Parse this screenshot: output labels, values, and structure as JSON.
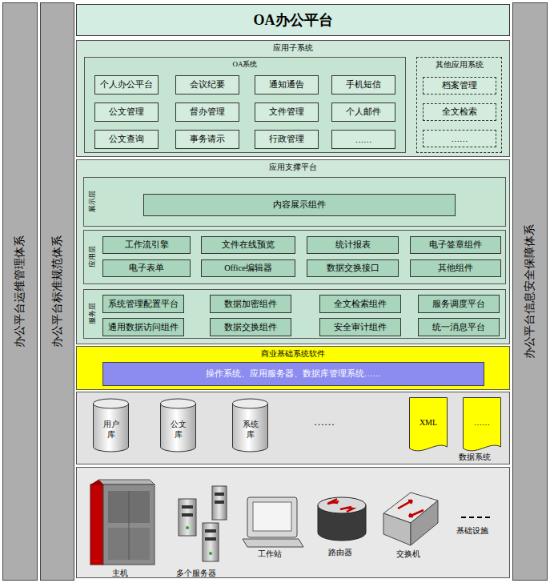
{
  "diagram": {
    "title": "OA办公平台",
    "nodes": [
      {
        "text": [
          "OA办公平台"
        ]
      },
      {
        "text": [
          "应用子系统"
        ]
      },
      {
        "text": [
          "OA系统"
        ],
        "in": 1
      },
      {
        "text": [
          "个人办公平台"
        ],
        "in": 2
      },
      {
        "text": [
          "会议纪要"
        ],
        "in": 2
      },
      {
        "text": [
          "通知通告"
        ],
        "in": 2
      },
      {
        "text": [
          "手机短信"
        ],
        "in": 2
      },
      {
        "text": [
          "公文管理"
        ],
        "in": 2
      },
      {
        "text": [
          "督办管理"
        ],
        "in": 2
      },
      {
        "text": [
          "文件管理"
        ],
        "in": 2
      },
      {
        "text": [
          "个人邮件"
        ],
        "in": 2
      },
      {
        "text": [
          "公文查询"
        ],
        "in": 2
      },
      {
        "text": [
          "事务请示"
        ],
        "in": 2
      },
      {
        "text": [
          "行政管理"
        ],
        "in": 2
      },
      {
        "text": [
          "……"
        ],
        "in": 2
      },
      {
        "text": [
          "其他应用系统"
        ],
        "in": 1
      },
      {
        "text": [
          "档案管理"
        ],
        "in": 15
      },
      {
        "text": [
          "全文检索"
        ],
        "in": 15
      },
      {
        "text": [
          "……"
        ],
        "in": 15
      },
      {
        "text": [
          "应用支撑平台"
        ]
      },
      {
        "text": [
          "展示层"
        ],
        "in": 19
      },
      {
        "text": [
          "内容展示组件"
        ],
        "in": 20
      },
      {
        "text": [
          "应用层"
        ],
        "in": 19
      },
      {
        "text": [
          "工作流引擎"
        ],
        "in": 22
      },
      {
        "text": [
          "文件在线预览"
        ],
        "in": 22
      },
      {
        "text": [
          "统计报表"
        ],
        "in": 22
      },
      {
        "text": [
          "电子签章组件"
        ],
        "in": 22
      },
      {
        "text": [
          "电子表单"
        ],
        "in": 22
      },
      {
        "text": [
          "Office编辑器"
        ],
        "in": 22
      },
      {
        "text": [
          "数据交换接口"
        ],
        "in": 22
      },
      {
        "text": [
          "其他组件"
        ],
        "in": 22
      },
      {
        "text": [
          "服务层"
        ],
        "in": 19
      },
      {
        "text": [
          "系统管理配置平台"
        ],
        "in": 31
      },
      {
        "text": [
          "数据加密组件"
        ],
        "in": 31
      },
      {
        "text": [
          "全文检索组件"
        ],
        "in": 31
      },
      {
        "text": [
          "服务调度平台"
        ],
        "in": 31
      },
      {
        "text": [
          "通用数据访问组件"
        ],
        "in": 31
      },
      {
        "text": [
          "数据交换组件"
        ],
        "in": 31
      },
      {
        "text": [
          "安全审计组件"
        ],
        "in": 31
      },
      {
        "text": [
          "统一消息平台"
        ],
        "in": 31
      },
      {
        "text": [
          "商业基础系统软件"
        ]
      },
      {
        "text": [
          "操作系统、应用服务器、数据库管理系统……"
        ],
        "in": 40
      },
      {
        "text": [
          "数据系统"
        ]
      },
      {
        "text": [
          "用户库"
        ],
        "in": 42
      },
      {
        "text": [
          "公文库"
        ],
        "in": 42
      },
      {
        "text": [
          "系统库"
        ],
        "in": 42
      },
      {
        "text": [
          "XML"
        ],
        "in": 42
      },
      {
        "text": [
          "……"
        ],
        "in": 42
      },
      {
        "text": [
          "基础设施"
        ]
      },
      {
        "text": [
          "办公平台运维管理体系"
        ]
      },
      {
        "text": [
          "办公平台标准规范体系"
        ]
      },
      {
        "text": [
          "办公平台信息安全保障体系"
        ]
      }
    ],
    "labels": [
      "……",
      "主机",
      "多个服务器",
      "工作站",
      "路由器",
      "交换机"
    ]
  }
}
